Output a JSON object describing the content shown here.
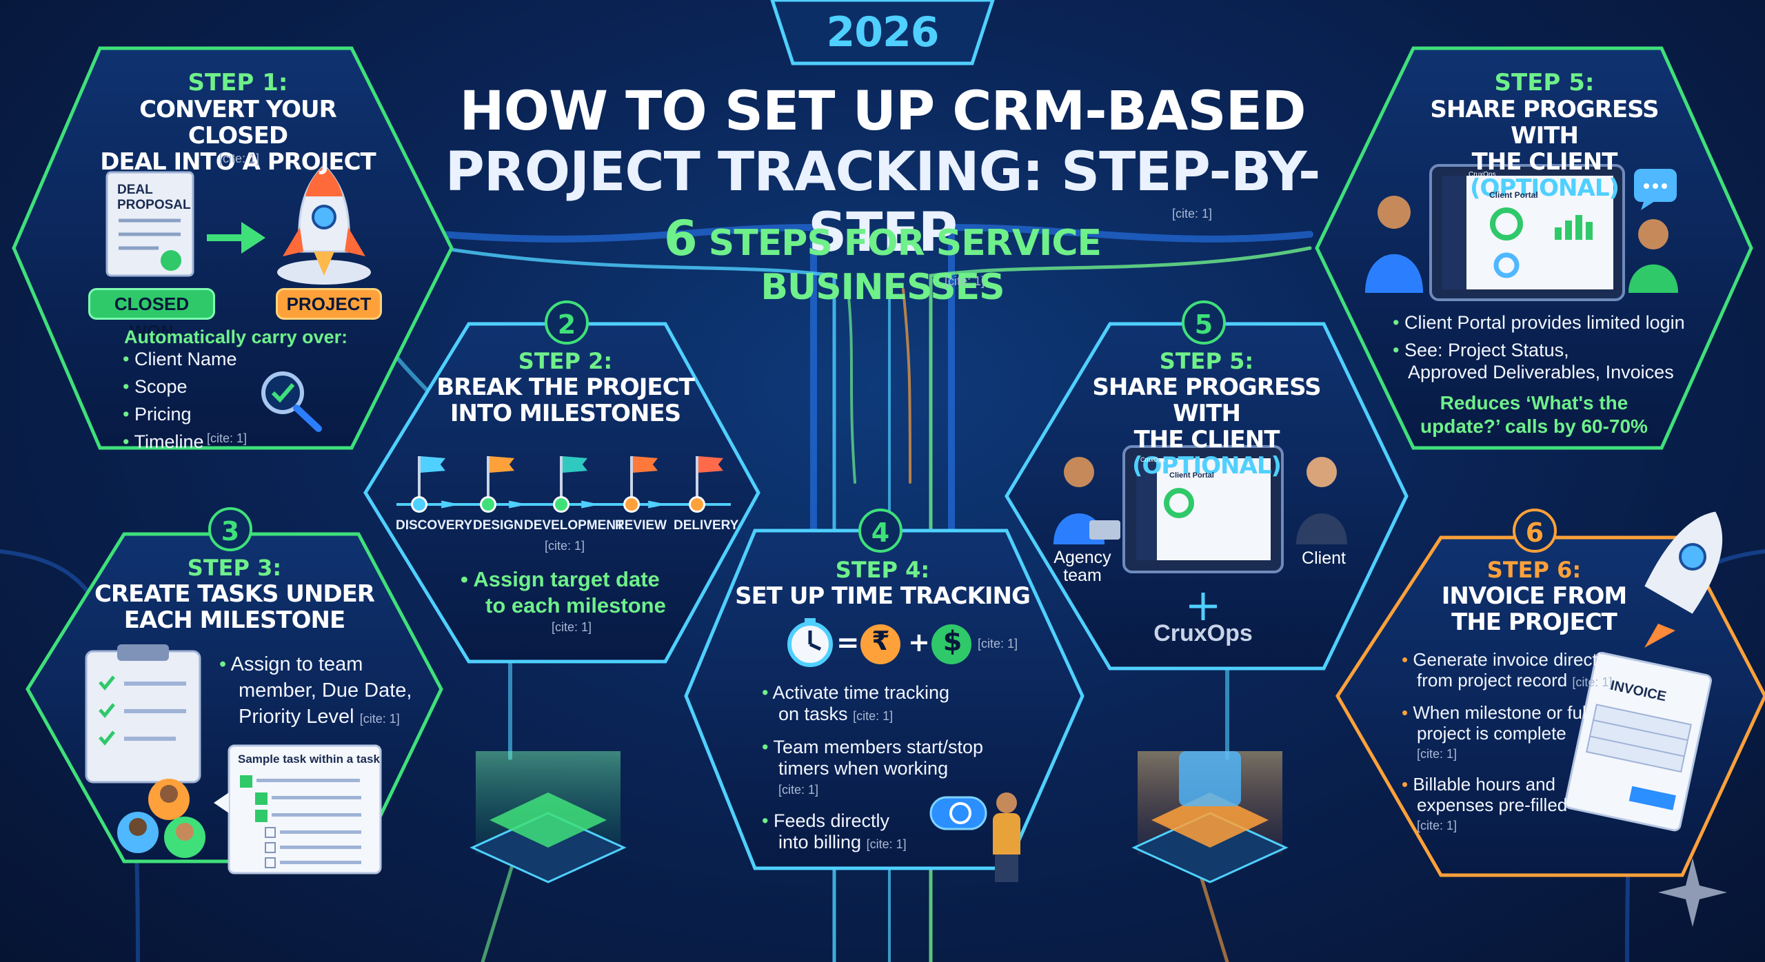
{
  "header": {
    "year": "2026",
    "title_line1": "HOW TO SET UP CRM-BASED",
    "title_line2": "PROJECT TRACKING: STEP-BY-STEP",
    "subtitle_num": "6",
    "subtitle": "STEPS FOR SERVICE BUSINESSES",
    "cite_a": "[cite: 1]",
    "cite_b": "[cite: 1]"
  },
  "step1": {
    "tag": "STEP 1:",
    "title1": "CONVERT YOUR CLOSED",
    "title2": "DEAL INTO A PROJECT",
    "cite": "[cite: 1]",
    "doc_line1": "DEAL",
    "doc_line2": "PROPOSAL",
    "badge_closed": "CLOSED WON",
    "badge_project": "PROJECT",
    "carry_label": "Automatically carry over:",
    "items": [
      "Client Name",
      "Scope",
      "Pricing",
      "Timeline"
    ],
    "cite2": "[cite: 1]"
  },
  "step2": {
    "num": "2",
    "tag": "STEP 2:",
    "title1": "BREAK THE PROJECT",
    "title2": "INTO MILESTONES",
    "milestones": [
      "DISCOVERY",
      "DESIGN",
      "DEVELOPMENT",
      "REVIEW",
      "DELIVERY"
    ],
    "cite": "[cite: 1]",
    "bullet1": "Assign target date",
    "bullet2": "to each milestone",
    "cite2": "[cite: 1]"
  },
  "step3": {
    "num": "3",
    "tag": "STEP 3:",
    "title1": "CREATE TASKS UNDER",
    "title2": "EACH MILESTONE",
    "bullet1": "Assign to team",
    "bullet2": "member, Due Date,",
    "bullet3": "Priority Level",
    "cite": "[cite: 1]",
    "sample_title": "Sample task within a task"
  },
  "step4": {
    "num": "4",
    "tag": "STEP 4:",
    "title": "SET UP TIME TRACKING",
    "rupee": "₹",
    "dollar": "$",
    "eq": "=",
    "plus": "+",
    "cite": "[cite: 1]",
    "b1a": "Activate time tracking",
    "b1b": "on tasks",
    "b1cite": "[cite: 1]",
    "b2a": "Team members start/stop",
    "b2b": "timers when working",
    "b2cite": "[cite: 1]",
    "b3a": "Feeds directly",
    "b3b": "into billing",
    "b3cite": "[cite: 1]"
  },
  "step5c": {
    "num": "5",
    "tag": "STEP 5:",
    "title1": "SHARE PROGRESS WITH",
    "title2": "THE CLIENT",
    "optional": "(OPTIONAL)",
    "portal_app": "CruxOps",
    "portal_title": "Client Portal",
    "agency": "Agency team",
    "client": "Client",
    "brand": "CruxOps"
  },
  "step5r": {
    "tag": "STEP 5:",
    "title1": "SHARE PROGRESS WITH",
    "title2": "THE CLIENT",
    "optional": "(OPTIONAL)",
    "portal_app": "CruxOps",
    "portal_title": "Client Portal",
    "b1": "Client Portal provides limited login",
    "b2a": "See: Project Status,",
    "b2b": "Approved Deliverables, Invoices",
    "note1": "Reduces ‘What's the",
    "note2": "update?’ calls by 60-70%"
  },
  "step6": {
    "num": "6",
    "tag": "STEP 6:",
    "title1": "INVOICE FROM",
    "title2": "THE PROJECT",
    "b1a": "Generate invoice directly",
    "b1b": "from project record",
    "b1cite": "[cite: 1]",
    "b2a": "When milestone or full",
    "b2b": "project is complete",
    "b2cite": "[cite: 1]",
    "b3a": "Billable hours and",
    "b3b": "expenses pre-filled",
    "b3cite": "[cite: 1]",
    "invoice_label": "INVOICE"
  },
  "colors": {
    "green": "#3fe07a",
    "orange": "#ffa13a",
    "cyan": "#4fd0ff",
    "navy": "#0a2456"
  }
}
